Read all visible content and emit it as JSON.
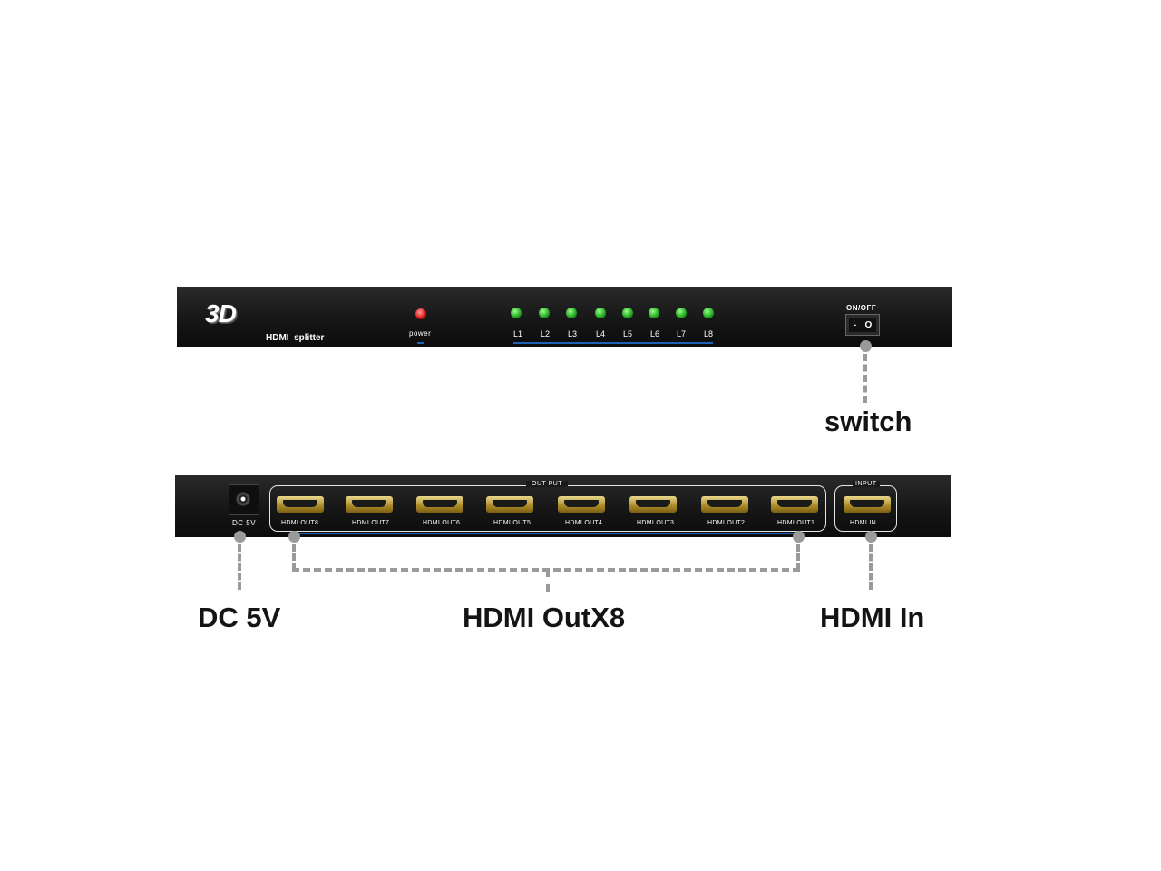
{
  "front_panel": {
    "logo": "3D",
    "model_label": "HDMI  splitter",
    "power_label": "power",
    "led_labels": [
      "L1",
      "L2",
      "L3",
      "L4",
      "L5",
      "L6",
      "L7",
      "L8"
    ],
    "switch_label": "ON/OFF",
    "switch_off_symbol": "-",
    "switch_on_symbol": "O"
  },
  "rear_panel": {
    "dc_label": "DC 5V",
    "output_group_label": "OUT PUT",
    "output_ports": [
      "HDMI OUT8",
      "HDMI OUT7",
      "HDMI OUT6",
      "HDMI OUT5",
      "HDMI OUT4",
      "HDMI OUT3",
      "HDMI OUT2",
      "HDMI OUT1"
    ],
    "input_group_label": "INPUT",
    "input_port": "HDMI IN"
  },
  "callouts": {
    "switch": "switch",
    "dc": "DC 5V",
    "outputs": "HDMI OutX8",
    "input": "HDMI In"
  },
  "colors": {
    "led_on": "#1fa31f",
    "power_led": "#d81414",
    "callout_line": "#9a9a9a",
    "accent_line": "#1b62b8"
  }
}
